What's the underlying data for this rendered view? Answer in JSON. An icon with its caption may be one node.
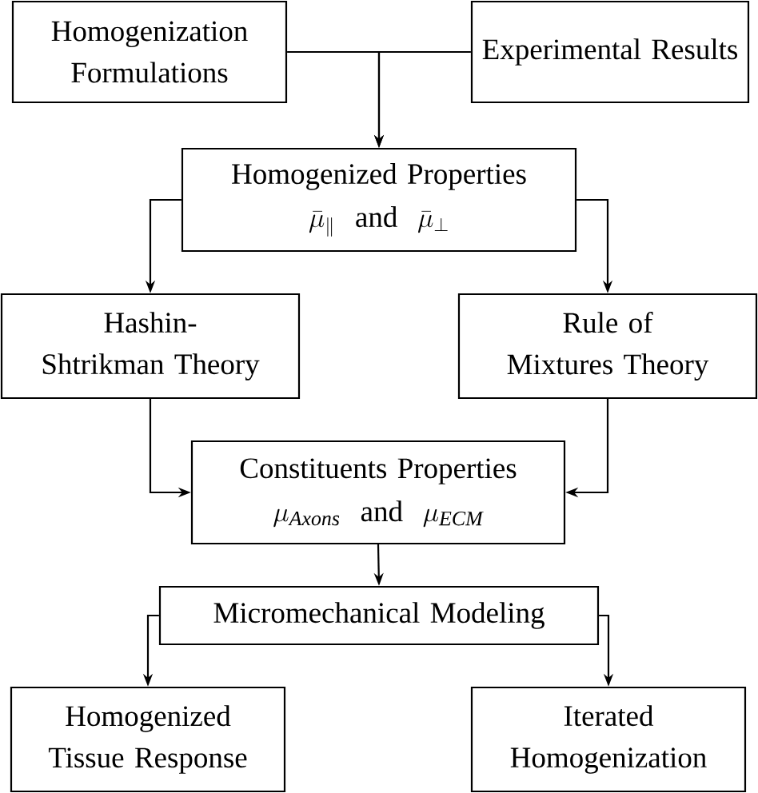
{
  "diagram": {
    "nodes": [
      {
        "text": [
          "Homogenization Formulations"
        ]
      },
      {
        "text": [
          "Experimental Results"
        ]
      },
      {
        "text": [
          "Homogenized Properties",
          "\\bar{\\mu}_{\\parallel}\\ \\ \\mathrm{and}\\ \\ \\bar{\\mu}_{\\perp}"
        ]
      },
      {
        "text": [
          "Hashin-Shtrikman Theory"
        ]
      },
      {
        "text": [
          "Rule of Mixtures Theory"
        ]
      },
      {
        "text": [
          "Constituents Properties",
          "\\mu_{\\mathit{Axons}}\\ \\ \\mathrm{and}\\ \\ \\mu_{\\mathit{ECM}}"
        ]
      },
      {
        "text": [
          "Micromechanical Modeling"
        ]
      },
      {
        "text": [
          "Homogenized Tissue Response"
        ]
      },
      {
        "text": [
          "Iterated Homogenization"
        ]
      }
    ],
    "edges": [
      {
        "from": 0,
        "to": 2,
        "arrow": "to"
      },
      {
        "from": 1,
        "to": 2,
        "arrow": "to"
      },
      {
        "from": 2,
        "to": 3,
        "arrow": "to"
      },
      {
        "from": 2,
        "to": 4,
        "arrow": "to"
      },
      {
        "from": 3,
        "to": 5,
        "arrow": "to"
      },
      {
        "from": 4,
        "to": 5,
        "arrow": "to"
      },
      {
        "from": 5,
        "to": 6,
        "arrow": "to"
      },
      {
        "from": 6,
        "to": 7,
        "arrow": "to"
      },
      {
        "from": 6,
        "to": 8,
        "arrow": "to"
      }
    ]
  }
}
